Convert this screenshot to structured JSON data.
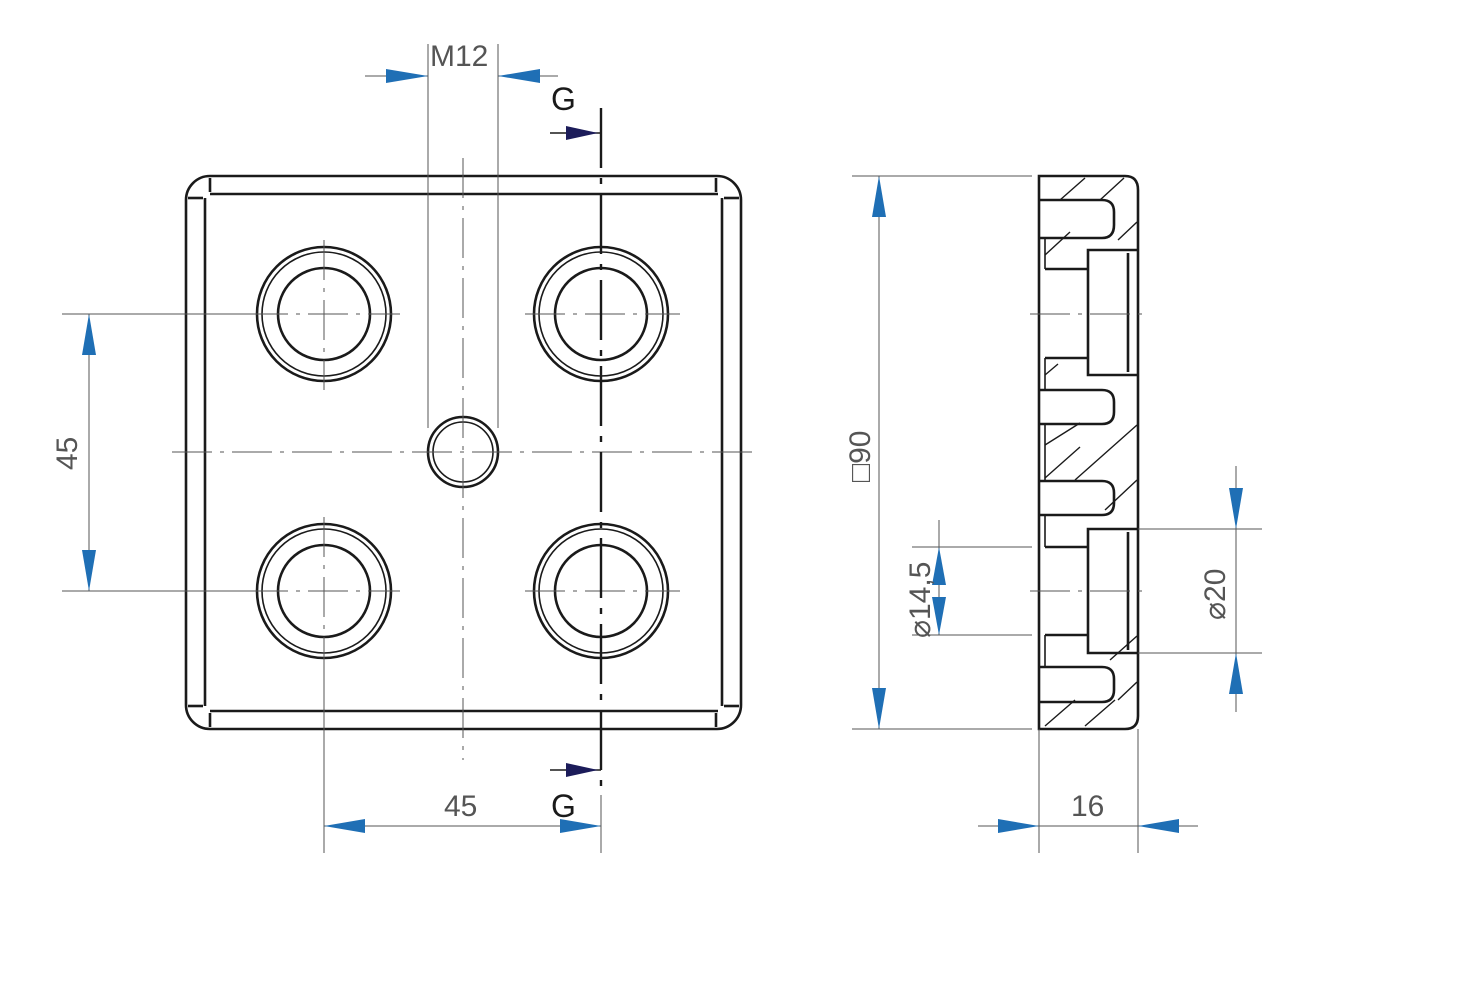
{
  "front_view": {
    "thread_label": "M12",
    "pitch_vertical_label": "45",
    "pitch_horizontal_label": "45"
  },
  "section_marks": {
    "top": "G",
    "bottom": "G"
  },
  "side_view": {
    "size_label": "□90",
    "bore_small_label": "⌀14,5",
    "bore_large_label": "⌀20",
    "thickness_label": "16"
  },
  "colors": {
    "dimension_arrow": "#1f6fb5",
    "outline": "#1a1a1a",
    "dimension_line": "#555555"
  }
}
